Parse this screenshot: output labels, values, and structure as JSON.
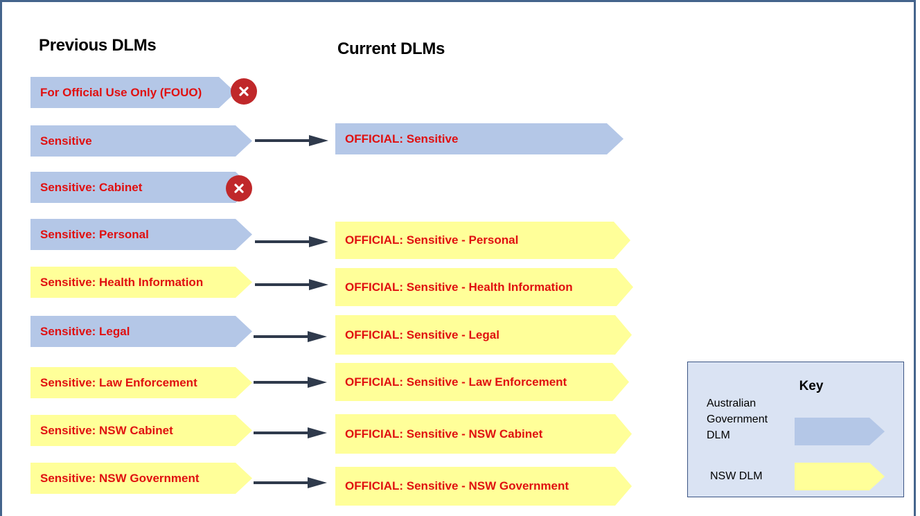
{
  "headings": {
    "previous": "Previous DLMs",
    "current": "Current DLMs"
  },
  "colors": {
    "australian_government": "#b4c7e7",
    "nsw": "#ffff99",
    "label_text": "#e01010",
    "arrow": "#2f3a4c",
    "removed_mark": "#c0282a"
  },
  "previous": [
    {
      "label": "For Official Use Only (FOUO)",
      "kind": "australian-government",
      "status": "removed"
    },
    {
      "label": "Sensitive",
      "kind": "australian-government",
      "status": "mapped"
    },
    {
      "label": "Sensitive: Cabinet",
      "kind": "australian-government",
      "status": "removed"
    },
    {
      "label": "Sensitive: Personal",
      "kind": "australian-government",
      "status": "mapped"
    },
    {
      "label": "Sensitive: Health Information",
      "kind": "nsw",
      "status": "mapped"
    },
    {
      "label": "Sensitive: Legal",
      "kind": "australian-government",
      "status": "mapped"
    },
    {
      "label": "Sensitive: Law Enforcement",
      "kind": "nsw",
      "status": "mapped"
    },
    {
      "label": "Sensitive: NSW Cabinet",
      "kind": "nsw",
      "status": "mapped"
    },
    {
      "label": "Sensitive: NSW Government",
      "kind": "nsw",
      "status": "mapped"
    }
  ],
  "current": [
    {
      "label": "OFFICIAL:  Sensitive",
      "kind": "australian-government"
    },
    {
      "label": "OFFICIAL:  Sensitive - Personal",
      "kind": "nsw"
    },
    {
      "label": "OFFICIAL:  Sensitive - Health Information",
      "kind": "nsw"
    },
    {
      "label": "OFFICIAL:  Sensitive - Legal",
      "kind": "nsw"
    },
    {
      "label": "OFFICIAL:  Sensitive - Law Enforcement",
      "kind": "nsw"
    },
    {
      "label": "OFFICIAL:  Sensitive - NSW Cabinet",
      "kind": "nsw"
    },
    {
      "label": "OFFICIAL:  Sensitive - NSW Government",
      "kind": "nsw"
    }
  ],
  "key": {
    "title": "Key",
    "australian_government": "Australian Government DLM",
    "nsw": "NSW DLM"
  },
  "icons": {
    "removed": "close-icon",
    "maps_to": "arrow-right-icon"
  }
}
